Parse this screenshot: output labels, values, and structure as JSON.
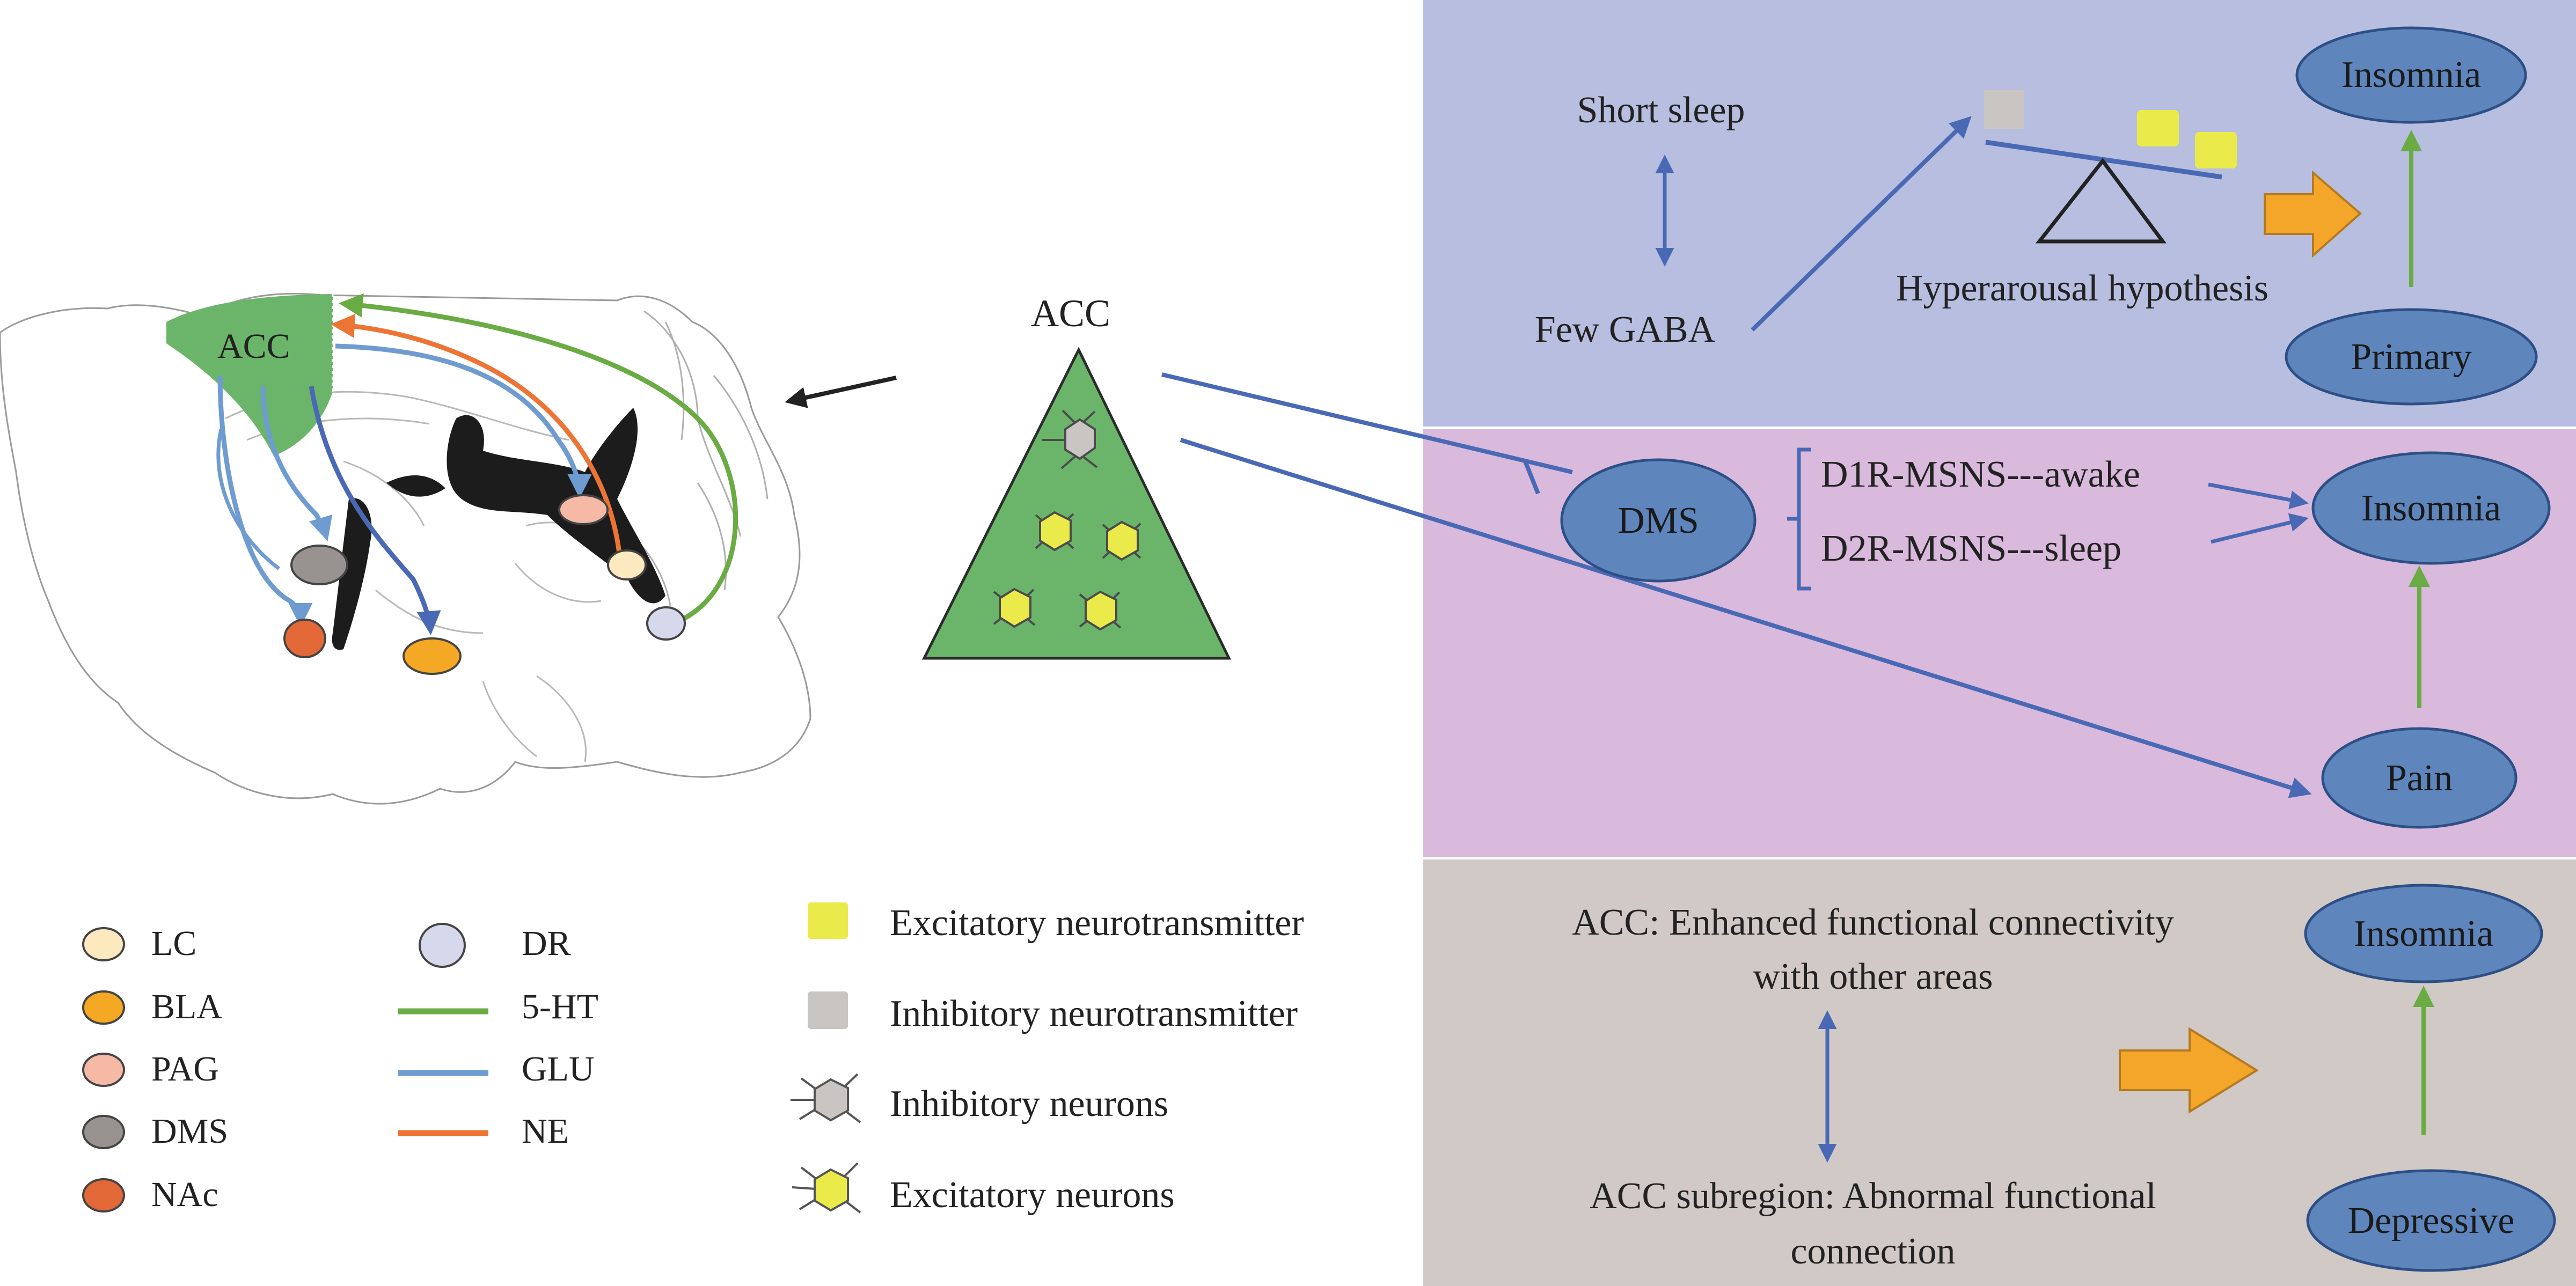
{
  "brain": {
    "acc_label": "ACC"
  },
  "acc_triangle": {
    "label": "ACC"
  },
  "panel_top": {
    "short_sleep": "Short sleep",
    "few_gaba": "Few GABA",
    "hyperarousal": "Hyperarousal hypothesis",
    "insomnia": "Insomnia",
    "primary": "Primary",
    "bg_color": "#b7bedf"
  },
  "panel_middle": {
    "dms": "DMS",
    "d1r": "D1R-MSNS---awake",
    "d2r": "D2R-MSNS---sleep",
    "insomnia": "Insomnia",
    "pain": "Pain",
    "bg_color": "#d9b9dc"
  },
  "panel_bottom": {
    "acc_enhanced_line1": "ACC: Enhanced functional connectivity",
    "acc_enhanced_line2": "with other areas",
    "acc_subregion_line1": "ACC subregion: Abnormal functional",
    "acc_subregion_line2": "connection",
    "insomnia": "Insomnia",
    "depressive": "Depressive",
    "bg_color": "#d1c9c6"
  },
  "legend": {
    "regions": [
      {
        "label": "LC",
        "color": "#fde9c0"
      },
      {
        "label": "BLA",
        "color": "#f5a823"
      },
      {
        "label": "PAG",
        "color": "#f6b9a5"
      },
      {
        "label": "DMS",
        "color": "#989391"
      },
      {
        "label": "NAc",
        "color": "#e26838"
      }
    ],
    "dr": {
      "label": "DR",
      "color": "#d6d9ec"
    },
    "lines": [
      {
        "label": "5-HT",
        "color": "#6aab43"
      },
      {
        "label": "GLU",
        "color": "#6e9bd0"
      },
      {
        "label": "NE",
        "color": "#ec7434"
      }
    ],
    "cells": [
      {
        "label": "Excitatory neurotransmitter",
        "icon": "yellow-square"
      },
      {
        "label": "Inhibitory neurotransmitter",
        "icon": "gray-square"
      },
      {
        "label": "Inhibitory neurons",
        "icon": "gray-neuron"
      },
      {
        "label": "Excitatory neurons",
        "icon": "yellow-neuron"
      }
    ]
  },
  "colors": {
    "arrow_blue": "#4a69b5",
    "arrow_green": "#6aab43",
    "node_fill": "#5e86bd",
    "node_stroke": "#2d4f86",
    "block_arrow": "#f4a62a",
    "triangle_fill": "#6bb56a",
    "yellow": "#eaeb4a",
    "gray": "#c9c5c3"
  }
}
